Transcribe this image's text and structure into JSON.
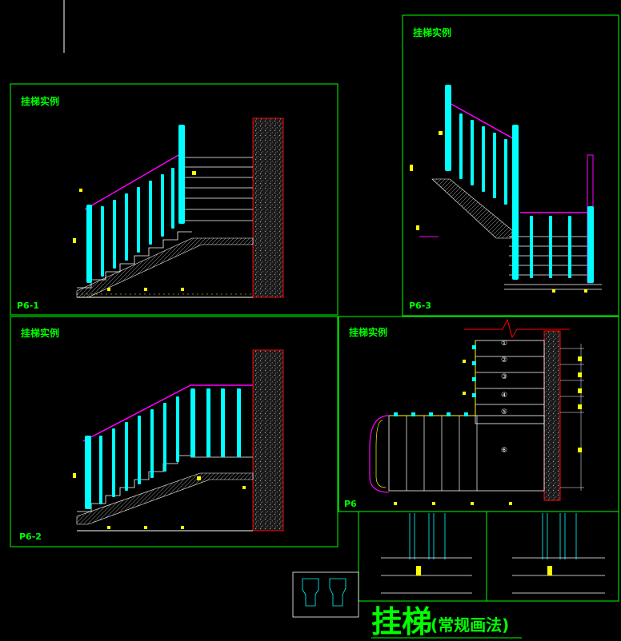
{
  "panels": [
    {
      "title": "挂梯实例",
      "code": "P6-1"
    },
    {
      "title": "挂梯实例",
      "code": "P6-2"
    },
    {
      "title": "挂梯实例",
      "code": "P6-3"
    },
    {
      "title": "挂梯实例",
      "code": "P6"
    }
  ],
  "circle_labels": [
    "①",
    "②",
    "③",
    "④",
    "⑤",
    "⑥"
  ],
  "main_title": "挂梯",
  "main_subtitle": "(常规画法)",
  "colors": {
    "background": "#000000",
    "frame": "#00ff00",
    "baluster": "#00ffff",
    "handrail": "#ff00ff",
    "wall_outline": "#ff0000",
    "dim_marker": "#ffff00",
    "line_white": "#ffffff",
    "title_green": "#00ff00"
  }
}
